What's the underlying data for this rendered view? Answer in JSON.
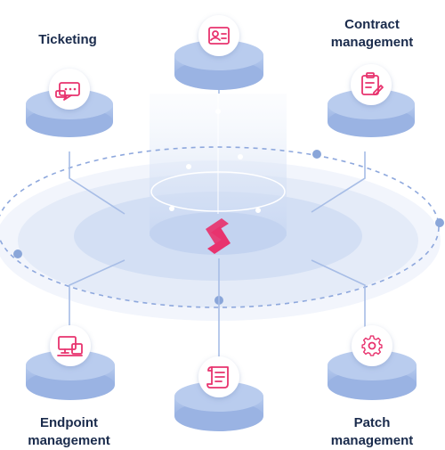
{
  "modules": {
    "ticketing": {
      "label": "Ticketing",
      "icon": "ticket-chat-icon"
    },
    "contract": {
      "line1": "Contract",
      "line2": "management",
      "icon": "clipboard-edit-icon"
    },
    "endpoint": {
      "line1": "Endpoint",
      "line2": "management",
      "icon": "monitor-devices-icon"
    },
    "patch": {
      "line1": "Patch",
      "line2": "management",
      "icon": "gear-icon"
    },
    "top_center": {
      "icon": "id-card-icon"
    },
    "bottom_center": {
      "icon": "scroll-document-icon"
    }
  },
  "hub": {
    "icon": "brand-logo-icon"
  },
  "colors": {
    "accent": "#e8336e",
    "navy": "#1a2b4c",
    "disc": "#a9c1ea",
    "disc_dark": "#8aa6d9",
    "dash": "#8ea8dd"
  }
}
